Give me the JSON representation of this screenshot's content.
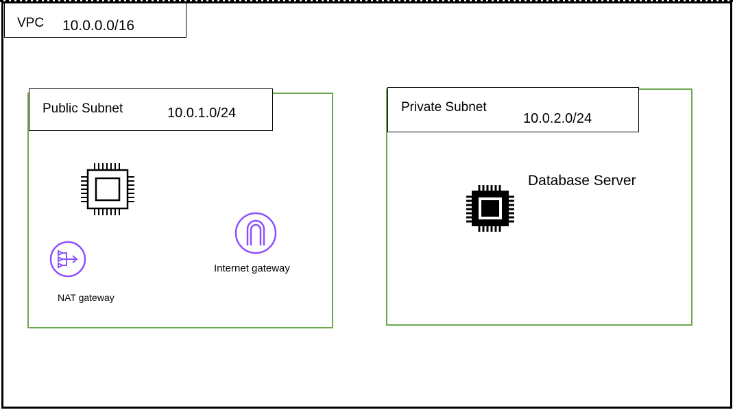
{
  "vpc": {
    "label": "VPC",
    "cidr": "10.0.0.0/16"
  },
  "public_subnet": {
    "label": "Public Subnet",
    "cidr": "10.0.1.0/24",
    "nat_gateway_label": "NAT gateway",
    "internet_gateway_label": "Internet gateway",
    "icons": [
      "ec2-instance-chip-icon",
      "nat-gateway-icon",
      "internet-gateway-icon"
    ]
  },
  "private_subnet": {
    "label": "Private Subnet",
    "cidr": "10.0.2.0/24",
    "database_label": "Database Server",
    "icons": [
      "database-server-chip-icon"
    ]
  },
  "colors": {
    "subnet_border": "#6aa84f",
    "gateway_icon": "#8c4fff",
    "frame": "#000000"
  }
}
